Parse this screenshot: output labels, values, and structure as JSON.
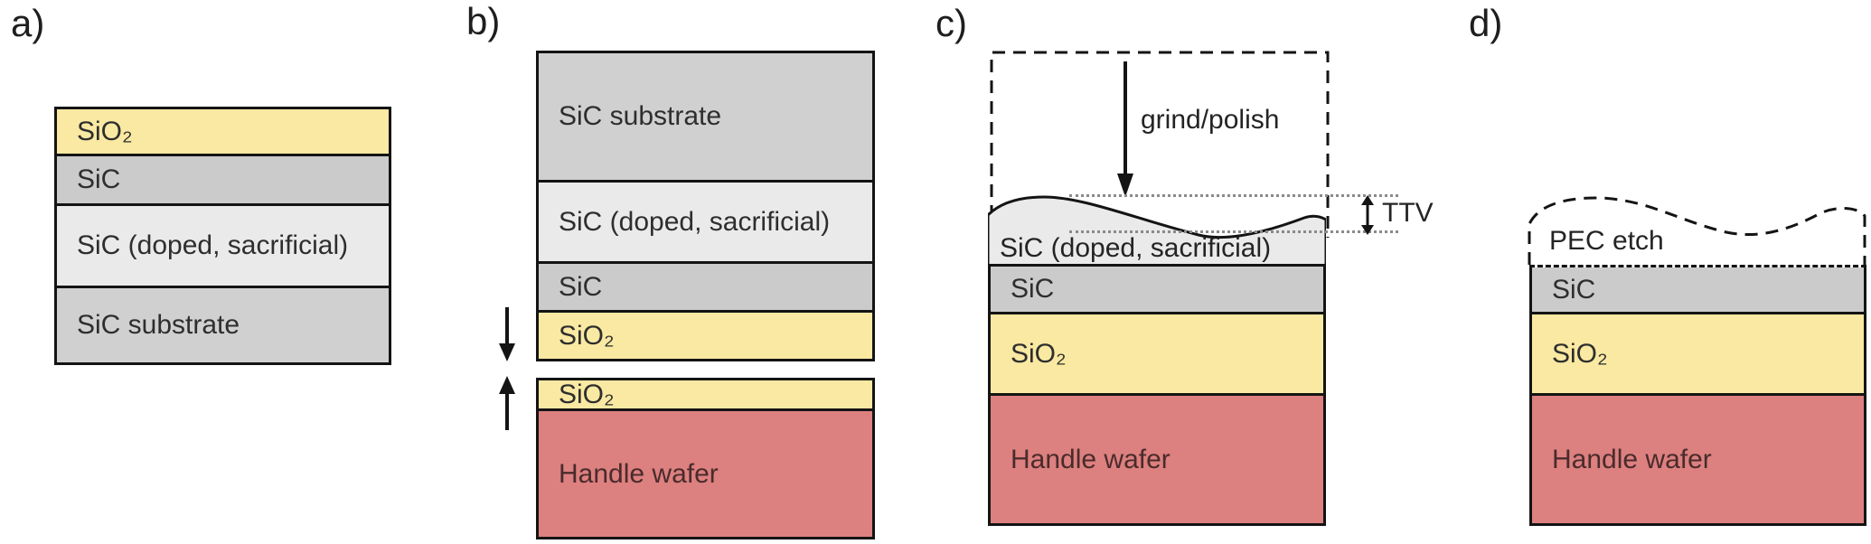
{
  "figure": {
    "panel_a": {
      "label": "a)",
      "layers": {
        "sio2": "SiO₂",
        "sic": "SiC",
        "sic_doped": "SiC (doped, sacrificial)",
        "sic_substrate": "SiC substrate"
      }
    },
    "panel_b": {
      "label": "b)",
      "top_stack": {
        "sic_substrate": "SiC substrate",
        "sic_doped": "SiC (doped, sacrificial)",
        "sic": "SiC",
        "sio2": "SiO₂"
      },
      "bottom_stack": {
        "sio2": "SiO₂",
        "handle_wafer": "Handle wafer"
      }
    },
    "panel_c": {
      "label": "c)",
      "grind_arrow_label": "grind/polish",
      "ttv_label": "TTV",
      "layers": {
        "sic_doped": "SiC (doped, sacrificial)",
        "sic": "SiC",
        "sio2": "SiO₂",
        "handle_wafer": "Handle wafer"
      }
    },
    "panel_d": {
      "label": "d)",
      "etch_label": "PEC etch",
      "layers": {
        "sic": "SiC",
        "sio2": "SiO₂",
        "handle_wafer": "Handle wafer"
      }
    },
    "colors": {
      "sio2_yellow": "#FAE9A2",
      "sic_gray": "#CBCBCB",
      "sic_substrate_gray": "#D0D0D0",
      "sic_doped_lightgray": "#EAEAEA",
      "handle_wafer_red": "#DD8080",
      "outline_black": "#141414",
      "ttv_guide_gray": "#8A8A8A"
    }
  }
}
